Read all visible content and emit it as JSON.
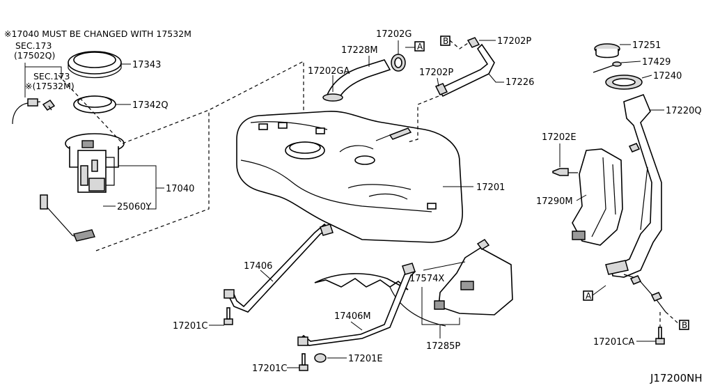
{
  "notes": {
    "must_change": "※17040 MUST BE CHANGED WITH 17532M",
    "sec1_a": "SEC.173",
    "sec1_b": "(17502Q)",
    "sec2_a": "SEC.173",
    "sec2_b": "※(17532M)"
  },
  "labels": {
    "p17343": "17343",
    "p17342q": "17342Q",
    "p17040": "17040",
    "p25060y": "25060Y",
    "p17202gxa": "17202GA",
    "p17228m": "17228M",
    "p17202g": "17202G",
    "p17202p_top": "17202P",
    "p17202p_mid": "17202P",
    "p17226": "17226",
    "p17201": "17201",
    "p17251": "17251",
    "p17429": "17429",
    "p17240": "17240",
    "p17220q": "17220Q",
    "p17202e": "17202E",
    "p17290m": "17290M",
    "p17406": "17406",
    "p17201c_a": "17201C",
    "p17406m": "17406M",
    "p17201c_b": "17201C",
    "p17201e": "17201E",
    "p17574x": "17574X",
    "p17285p": "17285P",
    "p17201ca": "17201CA"
  },
  "connectors": {
    "a_top": "A",
    "b_top": "B",
    "a_right": "A",
    "b_right": "B"
  },
  "diagram_ref": "J17200NH"
}
